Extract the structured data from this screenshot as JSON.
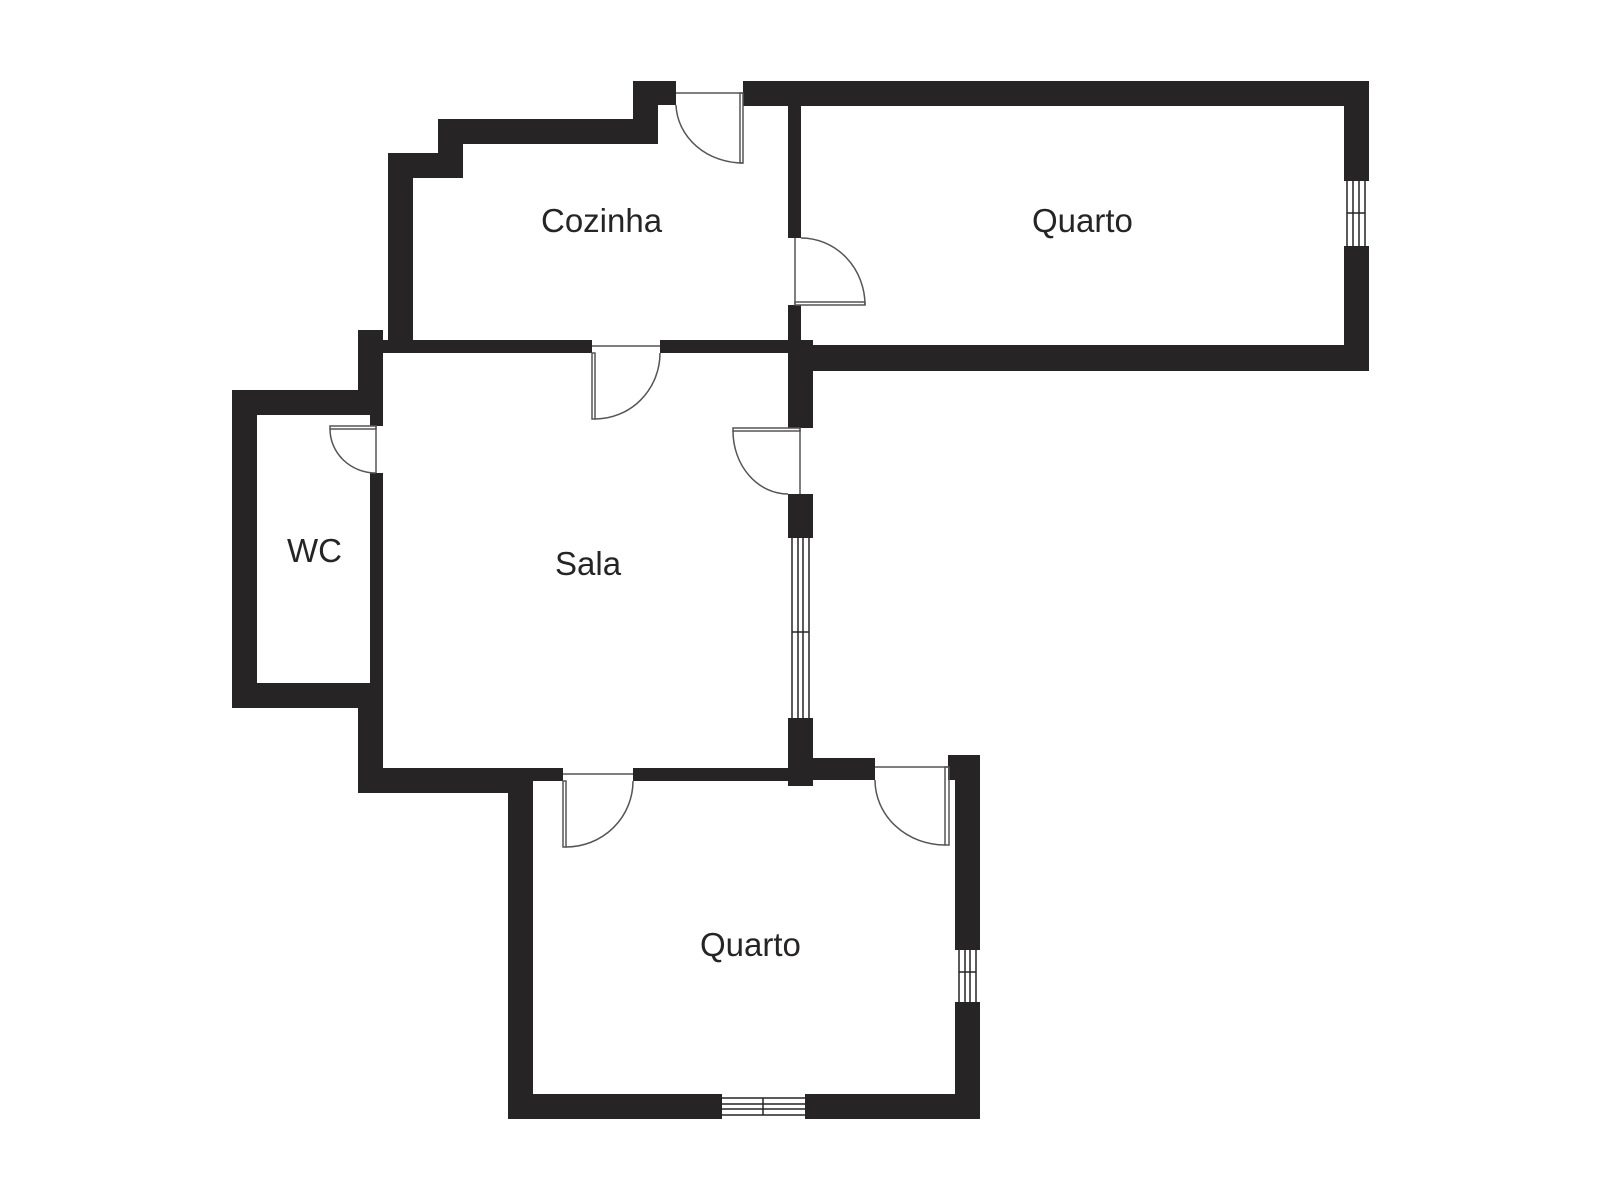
{
  "floorplan": {
    "rooms": [
      {
        "id": "cozinha",
        "label": "Cozinha"
      },
      {
        "id": "quarto_top",
        "label": "Quarto"
      },
      {
        "id": "wc",
        "label": "WC"
      },
      {
        "id": "sala",
        "label": "Sala"
      },
      {
        "id": "quarto_bottom",
        "label": "Quarto"
      }
    ],
    "colors": {
      "wall": "#262425",
      "background": "#ffffff",
      "line": "#555555"
    }
  }
}
